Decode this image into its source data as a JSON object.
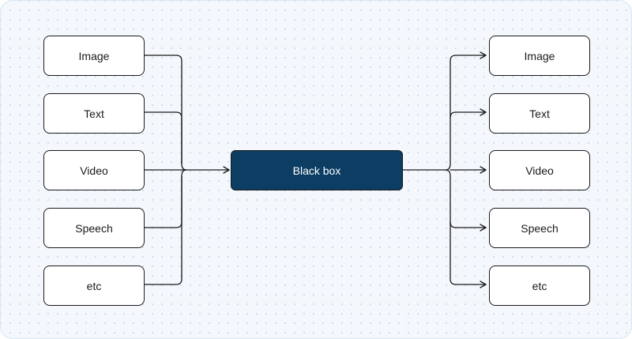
{
  "diagram": {
    "inputs": [
      "Image",
      "Text",
      "Video",
      "Speech",
      "etc"
    ],
    "center": "Black box",
    "outputs": [
      "Image",
      "Text",
      "Video",
      "Speech",
      "etc"
    ]
  },
  "colors": {
    "center_fill": "#0c3d63",
    "node_fill": "#ffffff",
    "stroke": "#1a1a1a",
    "background": "#f4f8fd"
  }
}
